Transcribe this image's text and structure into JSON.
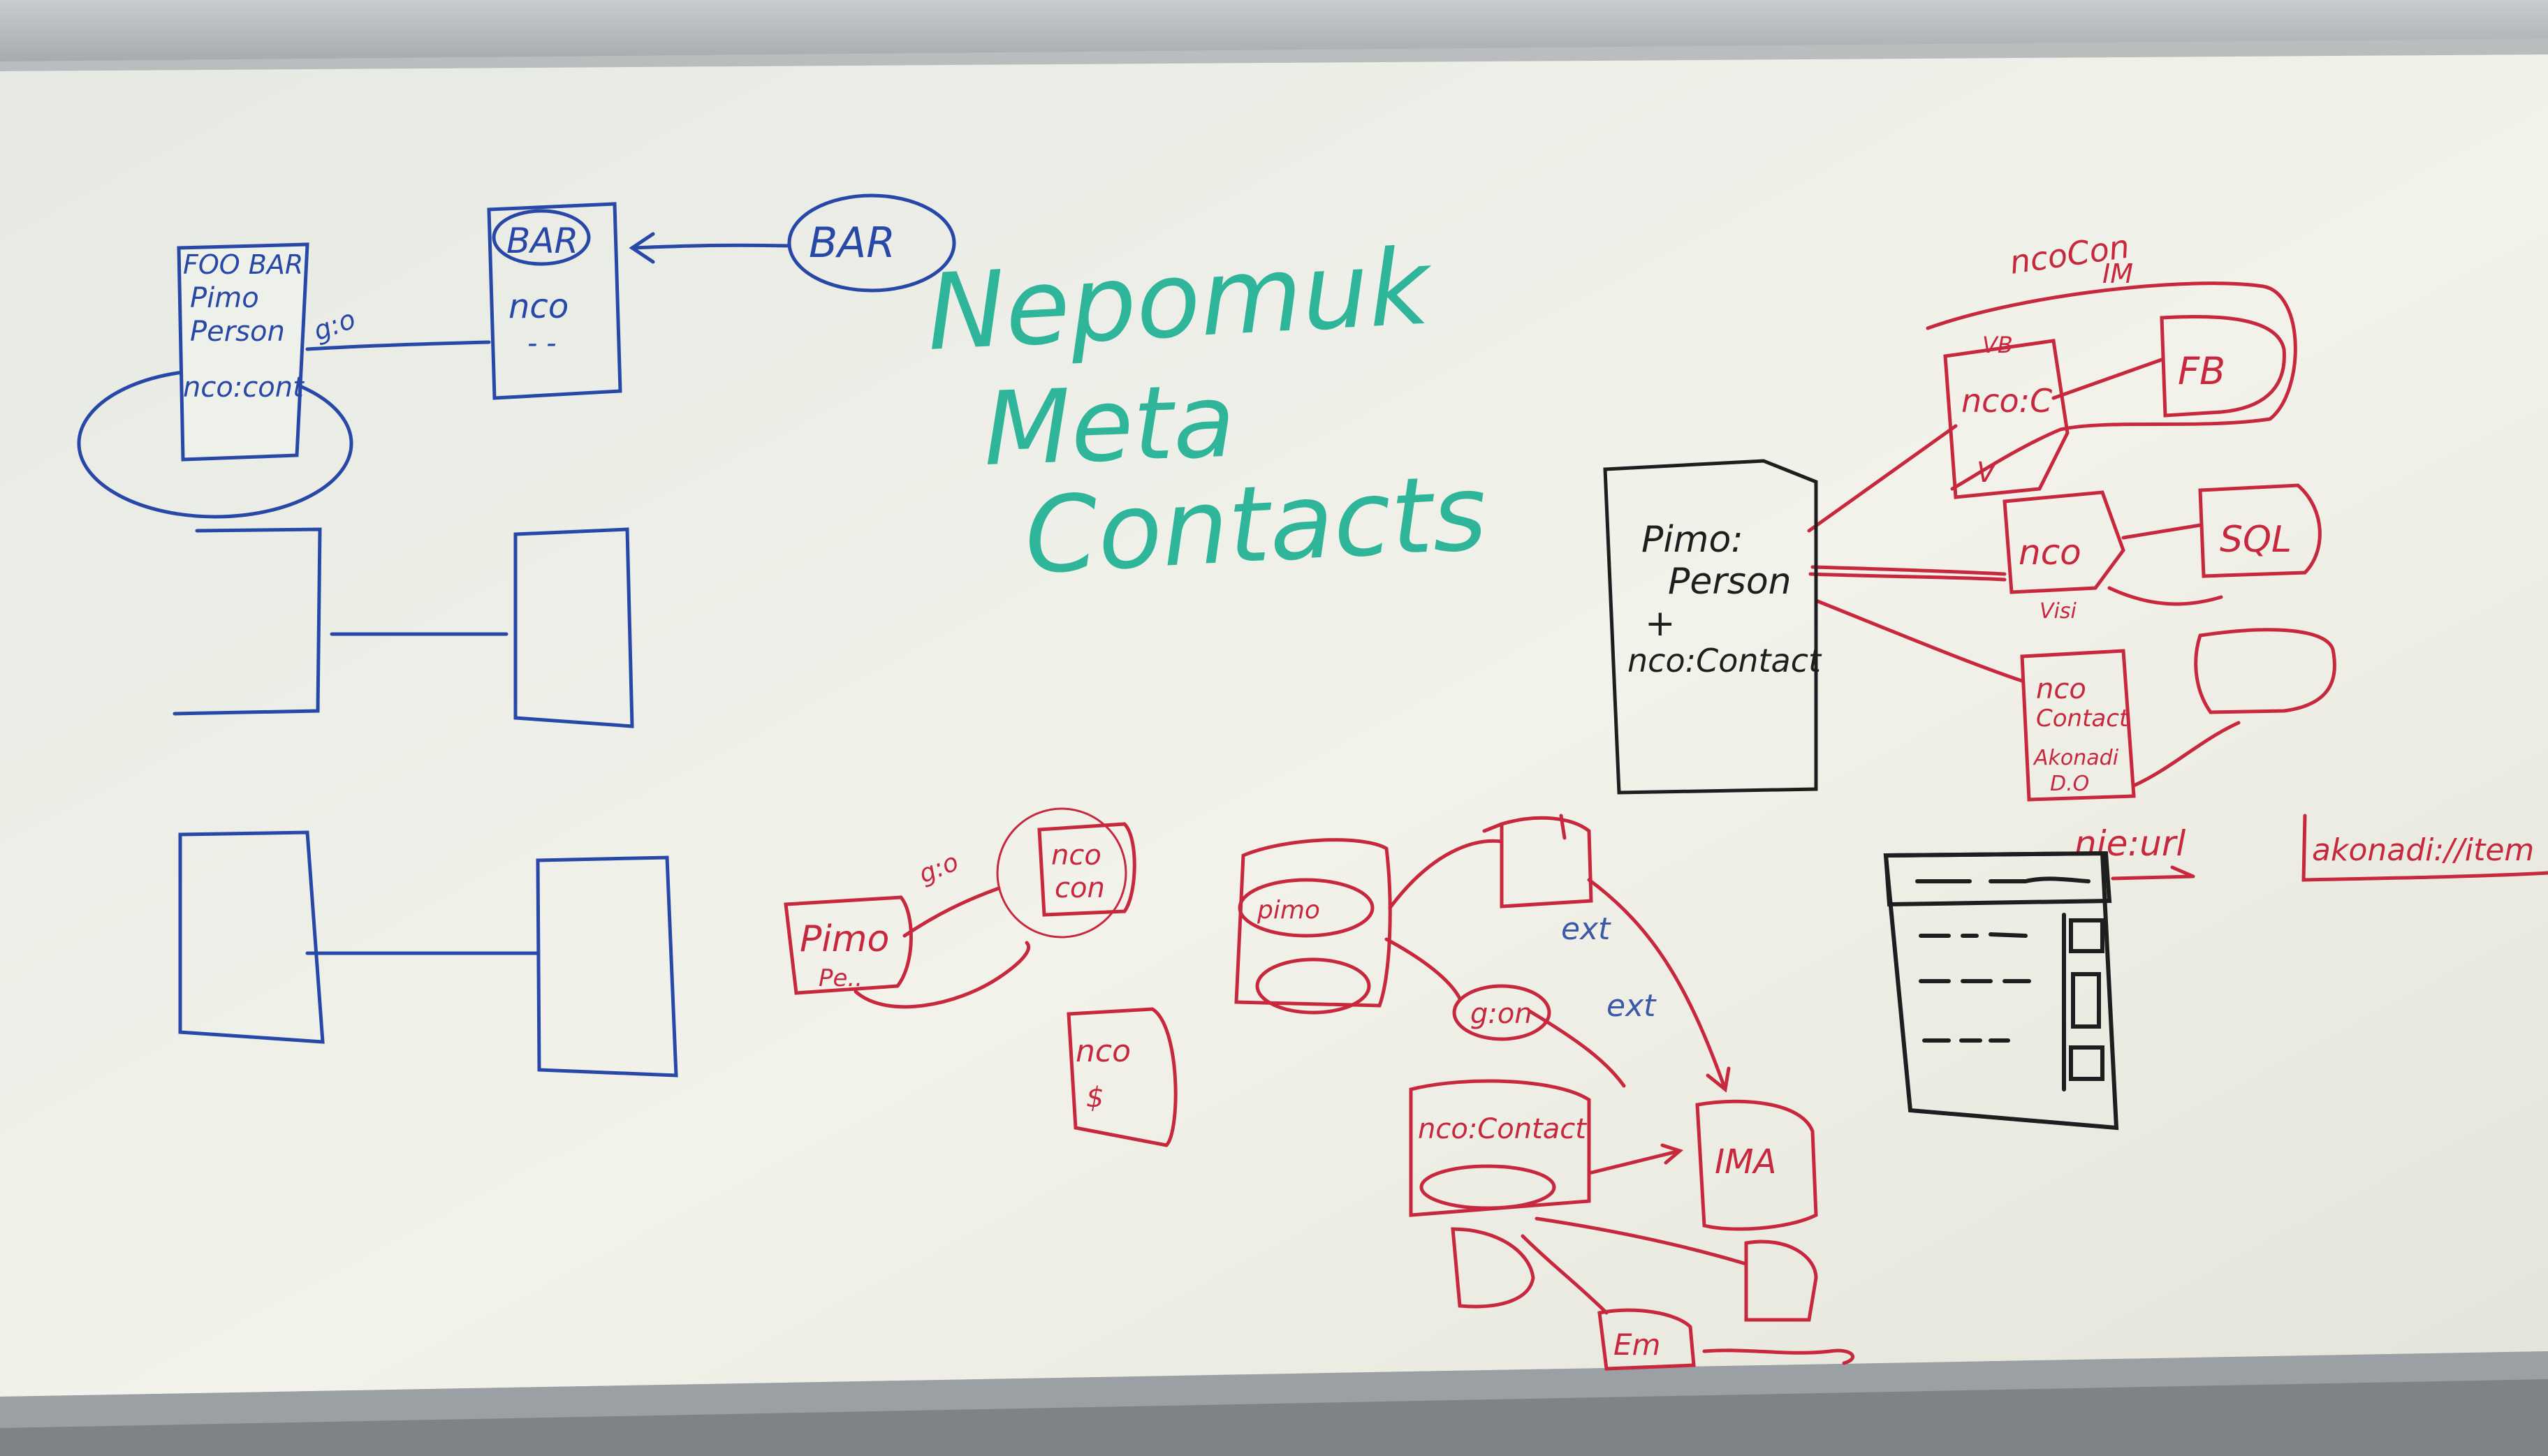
{
  "title": {
    "line1": "Nepomuk",
    "line2": "Meta",
    "line3": "Contacts",
    "color": "#2fb59a"
  },
  "colors": {
    "blue": "#2848a8",
    "red": "#c8283e",
    "black": "#1e1e1e",
    "teal": "#2fb59a",
    "board": "#eceee4"
  },
  "blue_diagram": {
    "left_box_text": [
      "FOO BAR",
      "Pimo",
      "Person",
      "nco:cont"
    ],
    "middle_box_text": [
      "BAR",
      "nco",
      "- -"
    ],
    "bubble_text": "BAR",
    "link_label": "g:o"
  },
  "red_right": {
    "top_label": [
      "ncoCon",
      "IM"
    ],
    "center_box_text": [
      "Pimo:",
      "Person",
      "+",
      "nco:Contact"
    ],
    "node_1": [
      "VB",
      "nco:C",
      "V"
    ],
    "node_fb": "FB",
    "node_2": "nco",
    "node_sql": "SQL",
    "visi_label": "Visi",
    "node_3": [
      "nco",
      "Contact",
      "Akonadi",
      "D.O"
    ]
  },
  "nie_row": {
    "nie_label": "nie:url",
    "akonadi_label": "akonadi://item"
  },
  "red_bottom_left": {
    "pimo_box": [
      "Pimo",
      "Pe.."
    ],
    "nco_circle": [
      "nco",
      "con"
    ],
    "link_label": "g:o",
    "nco_box": [
      "nco",
      "$"
    ]
  },
  "red_bottom_center": {
    "person_box": "pimo",
    "ext_label_1": "ext",
    "ext_label_2": "ext",
    "group_label": "g:on",
    "contact_box": "nco:Contact",
    "im_box": "IMA",
    "em_box": "Em"
  }
}
